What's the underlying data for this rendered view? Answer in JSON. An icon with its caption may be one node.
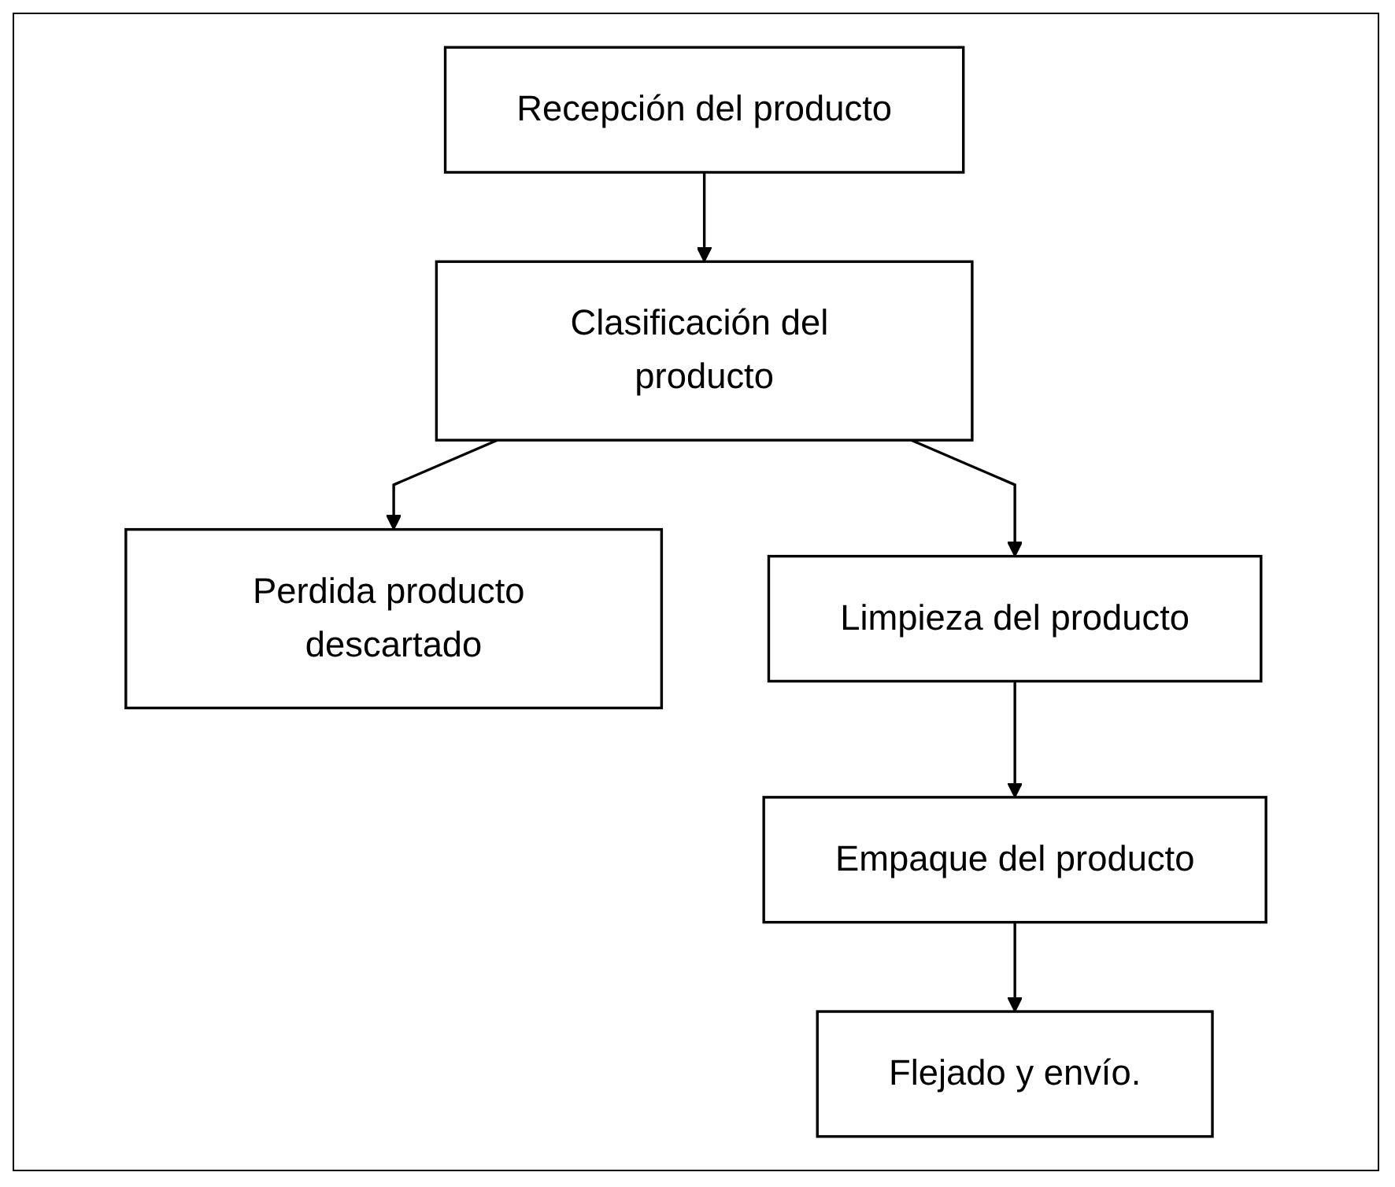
{
  "diagram": {
    "nodes": [
      {
        "text": [
          "Recepción del producto"
        ]
      },
      {
        "text": [
          "Clasificación del producto"
        ]
      },
      {
        "text": [
          "Perdida producto descartado"
        ]
      },
      {
        "text": [
          "Limpieza del producto"
        ]
      },
      {
        "text": [
          "Empaque del producto"
        ]
      },
      {
        "text": [
          "Flejado y envío."
        ]
      }
    ],
    "edges": [
      {
        "from": 0,
        "to": 1,
        "arrow": "to"
      },
      {
        "from": 1,
        "to": 3,
        "arrow": "to"
      },
      {
        "from": 1,
        "to": 2,
        "arrow": "to"
      },
      {
        "from": 3,
        "to": 4,
        "arrow": "to"
      },
      {
        "from": 4,
        "to": 5,
        "arrow": "to"
      }
    ]
  }
}
